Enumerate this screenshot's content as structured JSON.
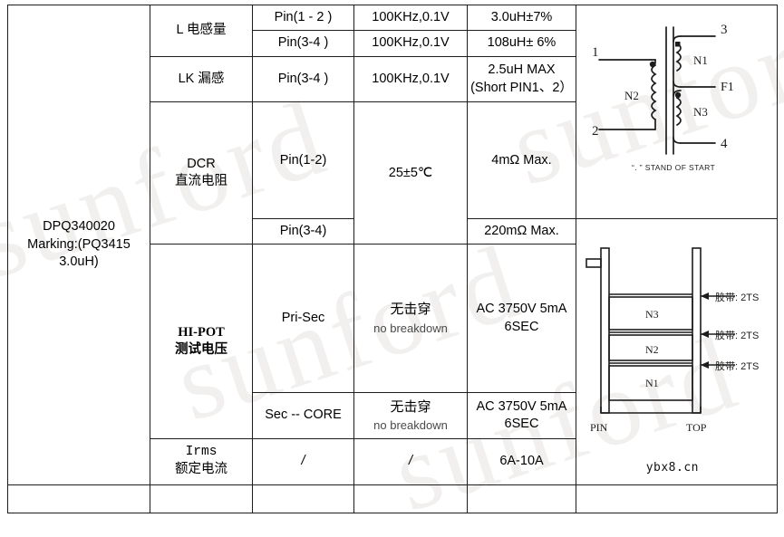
{
  "document": {
    "part_name": [
      "DPQ340020",
      "Marking:(PQ3415",
      "3.0uH)"
    ],
    "background_watermark": "sunford",
    "footer_watermark": "ybx8.cn"
  },
  "table": {
    "rows": [
      {
        "item": "L 电感量",
        "subrows": [
          {
            "pin": "Pin(1 - 2 )",
            "condition": "100KHz,0.1V",
            "spec": "3.0uH±7%"
          },
          {
            "pin": "Pin(3-4 )",
            "condition": "100KHz,0.1V",
            "spec": "108uH± 6%"
          }
        ]
      },
      {
        "item": "LK 漏感",
        "subrows": [
          {
            "pin": "Pin(3-4 )",
            "condition": "100KHz,0.1V",
            "spec": "2.5uH MAX (Short PIN1、2）"
          }
        ]
      },
      {
        "item": "DCR 直流电阻",
        "item_line1": "DCR",
        "item_line2": "直流电阻",
        "condition": "25±5℃",
        "subrows": [
          {
            "pin": "Pin(1-2)",
            "spec": "4mΩ  Max."
          },
          {
            "pin": "Pin(3-4)",
            "spec": "220mΩ  Max."
          }
        ]
      },
      {
        "item_line1": "HI-POT",
        "item_line2": "测试电压",
        "subrows": [
          {
            "pin": "Pri-Sec",
            "condition_cn": "无击穿",
            "condition_en": "no breakdown",
            "spec": "AC 3750V 5mA 6SEC"
          },
          {
            "pin": "Sec -- CORE",
            "condition_cn": "无击穿",
            "condition_en": "no breakdown",
            "spec": "AC 3750V 5mA 6SEC"
          }
        ]
      },
      {
        "item_line1": "Irms",
        "item_line2": "额定电流",
        "subrows": [
          {
            "pin": "/",
            "condition": "/",
            "spec": "6A-10A"
          }
        ]
      }
    ]
  },
  "schematic": {
    "terminals": {
      "left_top": "1",
      "left_bottom": "2",
      "right_top": "3",
      "right_mid": "F1",
      "right_bottom": "4"
    },
    "windings": {
      "primary": "N2",
      "secondary_top": "N1",
      "secondary_bottom": "N3"
    },
    "caption": "\". \" STAND OF START"
  },
  "bobbin": {
    "layers": [
      "N3",
      "N2",
      "N1"
    ],
    "tape_labels": [
      "胶带: 2TS",
      "胶带: 2TS",
      "胶带: 2TS"
    ],
    "left_label": "PIN",
    "right_label": "TOP"
  }
}
